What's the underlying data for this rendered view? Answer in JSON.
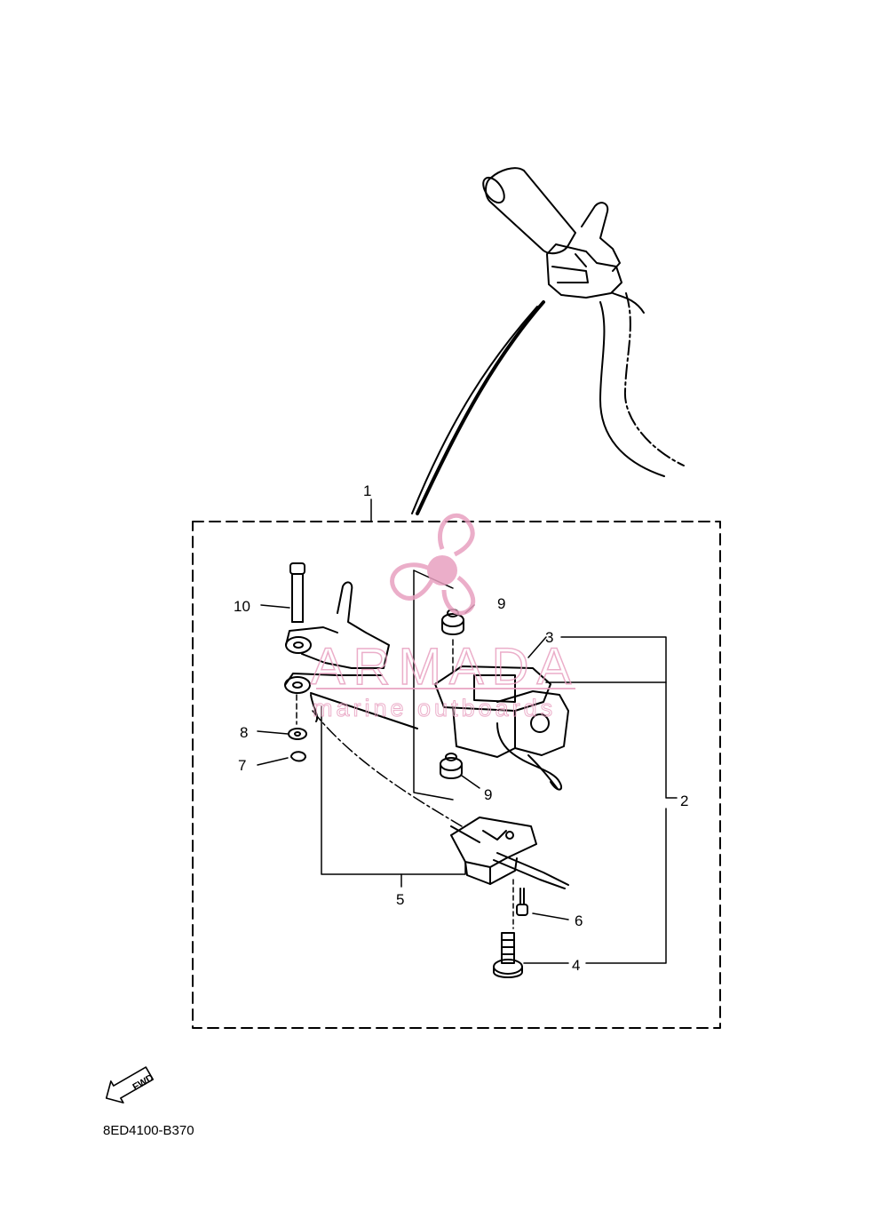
{
  "diagram": {
    "diagram_code": "8ED4100-B370",
    "fwd_label": "FWD",
    "callouts": {
      "c1": "1",
      "c2": "2",
      "c3": "3",
      "c4": "4",
      "c5": "5",
      "c6": "6",
      "c7": "7",
      "c8": "8",
      "c9a": "9",
      "c9b": "9",
      "c10": "10"
    }
  },
  "watermark": {
    "brand": "ARMADA",
    "tagline": "marine outboards",
    "color": "#e8a0c0"
  }
}
